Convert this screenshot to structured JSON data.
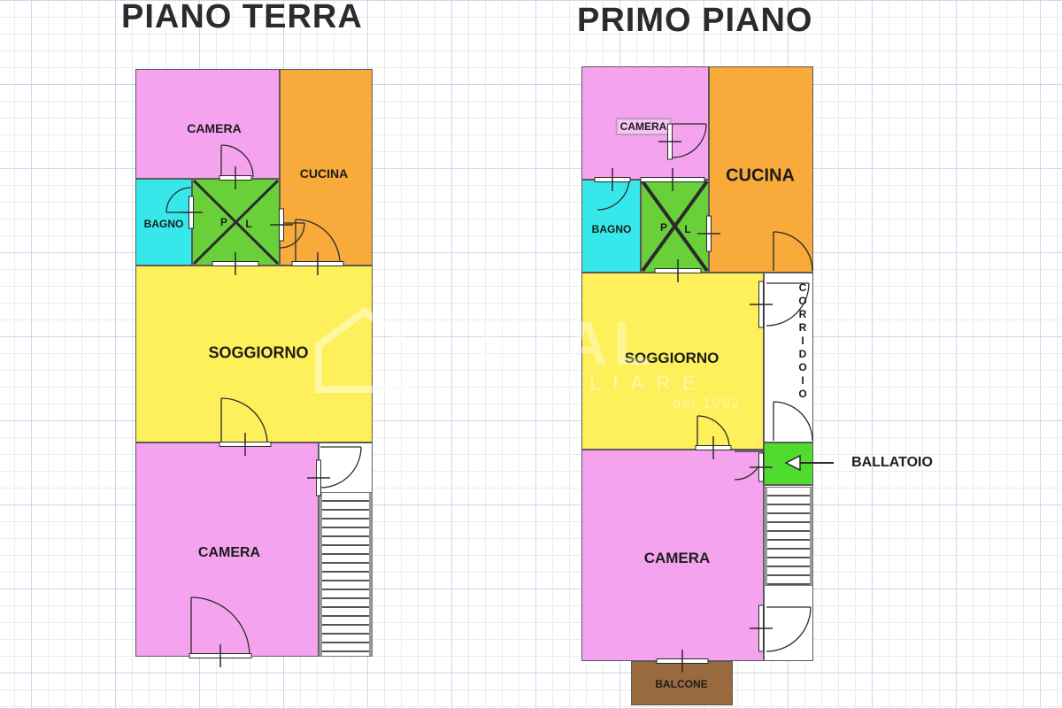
{
  "titles": {
    "ground_floor": "PIANO TERRA",
    "first_floor": "PRIMO PIANO"
  },
  "ground_floor": {
    "camera_top": "CAMERA",
    "cucina": "CUCINA",
    "bagno": "BAGNO",
    "shaft_p": "P",
    "shaft_l": "L",
    "soggiorno": "SOGGIORNO",
    "camera_bottom": "CAMERA"
  },
  "first_floor": {
    "camera_top": "CAMERA",
    "cucina": "CUCINA",
    "bagno": "BAGNO",
    "shaft_p": "P",
    "shaft_l": "L",
    "soggiorno": "SOGGIORNO",
    "corridoio": "CORRIDOIO",
    "ballatoio": "BALLATOIO",
    "camera_bottom": "CAMERA",
    "balcone": "BALCONE"
  },
  "colors": {
    "camera": "#f5a3ef",
    "cucina": "#f8aa3a",
    "bagno": "#36e8ea",
    "shaft": "#6ad03a",
    "soggiorno": "#fdf05a",
    "corridoio": "#ffffff",
    "ballatoio": "#4fdc2e",
    "balcone": "#9a6a3f",
    "wall": "#2b2b2b"
  },
  "icons": {
    "door": "door-swing-icon",
    "arrow": "arrow-left-icon",
    "shaft": "shaft-cross-icon",
    "stairs": "staircase-icon"
  }
}
